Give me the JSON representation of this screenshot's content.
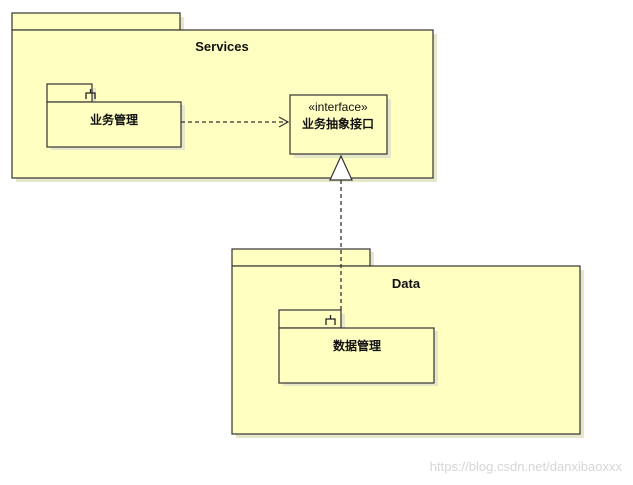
{
  "colors": {
    "fill": "#FFFFC2",
    "stroke": "#333333",
    "shadow": "#e6e6c8",
    "watermark": "#d6d6d6"
  },
  "packages": [
    {
      "id": "services",
      "name": "Services"
    },
    {
      "id": "data",
      "name": "Data"
    }
  ],
  "components": [
    {
      "id": "business-management",
      "name": "业务管理",
      "icon": "component-icon"
    },
    {
      "id": "business-abstract-interface",
      "stereotype": "«interface»",
      "name": "业务抽象接口"
    },
    {
      "id": "data-management",
      "name": "数据管理",
      "icon": "component-icon"
    }
  ],
  "relations": [
    {
      "type": "dependency",
      "from": "业务管理",
      "to": "业务抽象接口"
    },
    {
      "type": "realization",
      "from": "数据管理",
      "to": "业务抽象接口"
    }
  ],
  "watermark": "https://blog.csdn.net/danxibaoxxx"
}
